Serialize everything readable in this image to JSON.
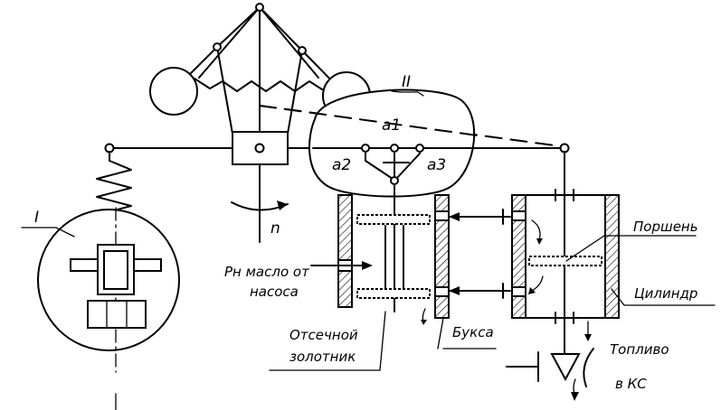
{
  "labels": {
    "roman_one": "I",
    "roman_two": "II",
    "a1": "a1",
    "a2": "a2",
    "a3": "a3",
    "n": "n",
    "oil_line1": "Pн масло от",
    "oil_line2": "насоса",
    "valve_line1": "Отсечной",
    "valve_line2": "золотник",
    "bushing": "Букса",
    "piston": "Поршень",
    "cylinder": "Цилиндр",
    "fuel_line1": "Топливо",
    "fuel_line2": "в КС"
  }
}
